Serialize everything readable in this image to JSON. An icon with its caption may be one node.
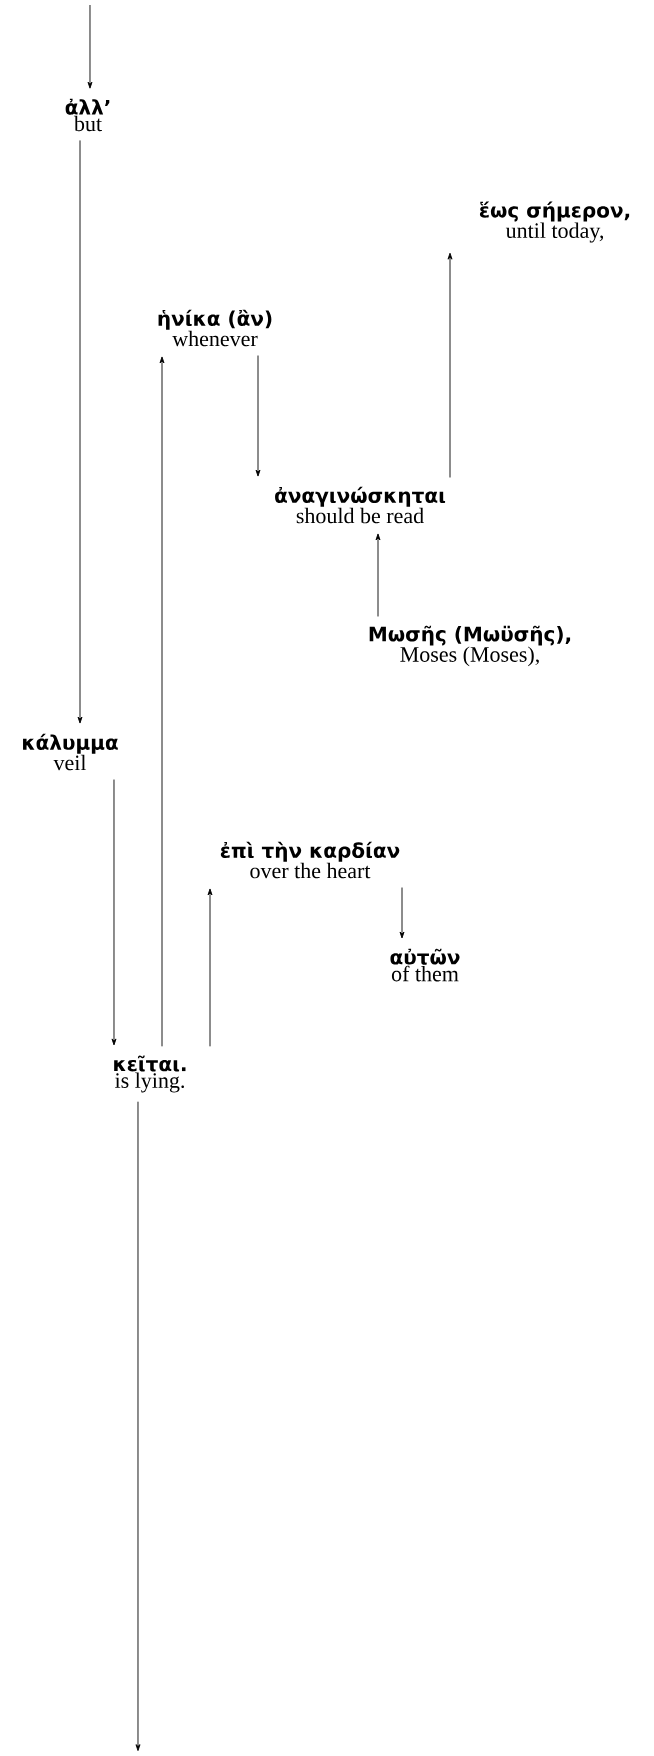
{
  "diagram": {
    "nodes": [
      {
        "text": [
          "ἀλλ’",
          "but"
        ]
      },
      {
        "text": [
          "ἕως  σήμερον,",
          "until  today,"
        ]
      },
      {
        "text": [
          "ἡνίκα  (ἂν)",
          "whenever"
        ]
      },
      {
        "text": [
          "ἀναγινώσκηται",
          "should be read"
        ]
      },
      {
        "text": [
          "Μωσῆς (Μωϋσῆς),",
          "Moses  (Moses),"
        ]
      },
      {
        "text": [
          "κάλυμμα",
          "veil"
        ]
      },
      {
        "text": [
          "ἐπὶ  τὴν  καρδίαν",
          "over  the  heart"
        ]
      },
      {
        "text": [
          "αὐτῶν",
          "of them"
        ]
      },
      {
        "text": [
          "κεῖται.",
          "is lying."
        ]
      }
    ],
    "edges": [
      {
        "from": null,
        "to": 0,
        "arrow": "to"
      },
      {
        "from": 0,
        "to": 5,
        "arrow": "to"
      },
      {
        "from": 2,
        "to": 3,
        "arrow": "to"
      },
      {
        "from": 3,
        "to": 1,
        "arrow": "to"
      },
      {
        "from": 4,
        "to": 3,
        "arrow": "to"
      },
      {
        "from": 5,
        "to": 8,
        "arrow": "to"
      },
      {
        "from": 8,
        "to": 2,
        "arrow": "to"
      },
      {
        "from": 8,
        "to": 6,
        "arrow": "to"
      },
      {
        "from": 6,
        "to": 7,
        "arrow": "to"
      },
      {
        "from": 8,
        "to": null,
        "arrow": "to"
      }
    ]
  }
}
